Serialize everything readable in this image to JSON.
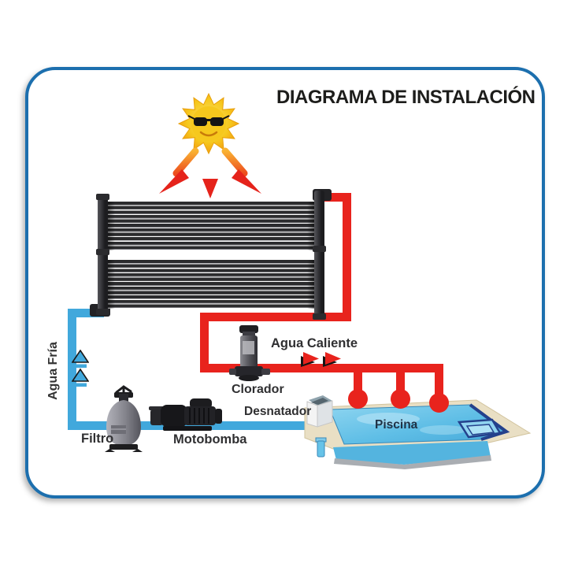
{
  "title": "DIAGRAMA DE INSTALACIÓN",
  "labels": {
    "cold_water": "Agua Fría",
    "hot_water": "Agua Caliente",
    "chlorinator": "Clorador",
    "skimmer": "Desnatador",
    "filter": "Filtro",
    "pump": "Motobomba",
    "pool": "Piscina"
  },
  "icons": {
    "sun": "sun-with-sunglasses-icon",
    "sun_rays": "three-heat-arrows-down",
    "hot_flow": "two-red-right-arrows",
    "cold_flow": "two-blue-up-arrows"
  },
  "colors": {
    "frame_border": "#1c6fae",
    "hot_pipe": "#e8231d",
    "cold_pipe": "#41a8dc",
    "panel_dark": "#2b2b2d",
    "label_text": "#2f2f31",
    "pool_label_text": "#203246",
    "sun_yellow": "#f6c81d",
    "sun_orange": "#f2930f",
    "deck_sand": "#e9dfc4",
    "pool_water": "#5fbee6"
  }
}
